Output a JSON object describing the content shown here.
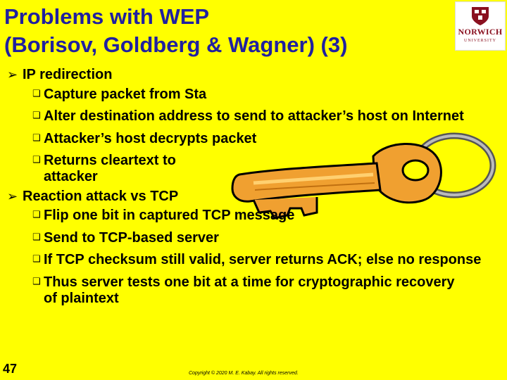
{
  "title": {
    "line1": "Problems with WEP",
    "line2": "(Borisov, Goldberg & Wagner) (3)"
  },
  "logo": {
    "name": "NORWICH",
    "sub": "UNIVERSITY"
  },
  "bullets": [
    {
      "label": "IP redirection",
      "items": [
        "Capture packet from Sta",
        "Alter destination address to send to attacker’s host on Internet",
        "Attacker’s host decrypts packet",
        "Returns cleartext to attacker"
      ]
    },
    {
      "label": "Reaction attack vs TCP",
      "items": [
        "Flip one bit in captured TCP message",
        "Send to TCP-based server",
        "If TCP checksum still valid, server returns ACK; else no response",
        "Thus server tests one bit at a time for cryptographic recovery of plaintext"
      ]
    }
  ],
  "slide_number": "47",
  "copyright": "Copyright © 2020 M. E. Kabay. All rights reserved.",
  "icons": {
    "level1_marker": "arrow-bullet-icon",
    "level2_marker": "square-bullet-icon",
    "illustration": "key-icon"
  },
  "colors": {
    "background": "#ffff00",
    "title": "#2020a0",
    "key": "#f0a030",
    "logo": "#8a1020"
  }
}
